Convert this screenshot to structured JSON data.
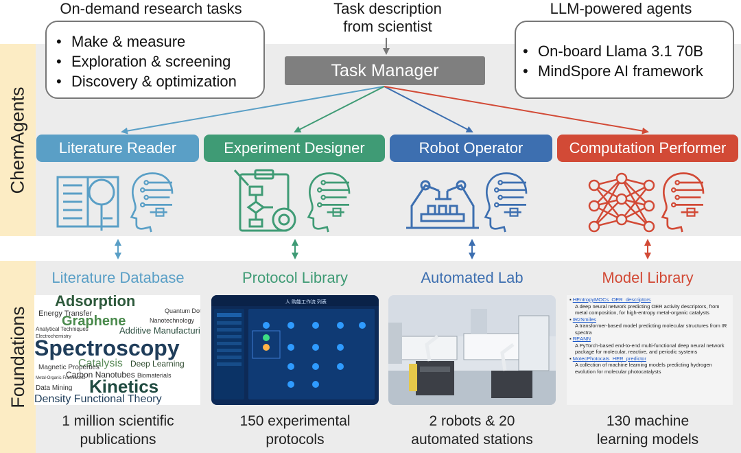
{
  "header": {
    "left_title": "On-demand research tasks",
    "center_title_line1": "Task description",
    "center_title_line2": "from scientist",
    "right_title": "LLM-powered agents"
  },
  "tasks": [
    "Make & measure",
    "Exploration & screening",
    "Discovery & optimization"
  ],
  "llm_features": [
    "On-board Llama 3.1 70B",
    "MindSpore AI framework"
  ],
  "task_manager": "Task Manager",
  "band_labels": {
    "top": "ChemAgents",
    "bottom": "Foundations"
  },
  "agents": [
    {
      "label": "Literature Reader",
      "color": "#5a9fc6"
    },
    {
      "label": "Experiment Designer",
      "color": "#3f9b75"
    },
    {
      "label": "Robot Operator",
      "color": "#3d6fb0"
    },
    {
      "label": "Computation Performer",
      "color": "#d24a36"
    }
  ],
  "foundations": [
    {
      "title": "Literature Database",
      "color": "#5a9fc6",
      "stat_line1": "1 million scientific",
      "stat_line2": "publications"
    },
    {
      "title": "Protocol Library",
      "color": "#3f9b75",
      "stat_line1": "150 experimental",
      "stat_line2": "protocols"
    },
    {
      "title": "Automated Lab",
      "color": "#3d6fb0",
      "stat_line1": "2 robots & 20",
      "stat_line2": "automated stations"
    },
    {
      "title": "Model Library",
      "color": "#d24a36",
      "stat_line1": "130 machine",
      "stat_line2": "learning models"
    }
  ],
  "word_cloud": [
    "Adsorption",
    "Energy Transfer",
    "Quantum Dot",
    "Graphene",
    "Nanotechnology",
    "Analytical Techniques",
    "Additive Manufacturin",
    "Electrochemistry",
    "Spectroscopy",
    "Catalysis",
    "Deep Learning",
    "Magnetic Properties",
    "Carbon Nanotubes",
    "Biomaterials",
    "Metal-Organic Frameworks",
    "Kinetics",
    "Data Mining",
    "Density Functional Theory"
  ],
  "protocol_screen_title": "人 购能工作流 列表",
  "model_library_entries": [
    {
      "name": "HEntropyMOCs_OER_descriptors",
      "desc": "A deep neural network predicting OER activity descriptors, from metal composition, for high-entropy metal-organic catalysts"
    },
    {
      "name": "IR2Smiles",
      "desc": "A transformer-based model predicting molecular structures from IR spectra"
    },
    {
      "name": "REANN",
      "desc": "A PyTorch-based end-to-end multi-functional deep neural network package for molecular, reactive, and periodic systems"
    },
    {
      "name": "MotecPhotocats_HER_predictor",
      "desc": "A collection of machine learning models predicting hydrogen evolution for molecular photocatalysts"
    }
  ]
}
